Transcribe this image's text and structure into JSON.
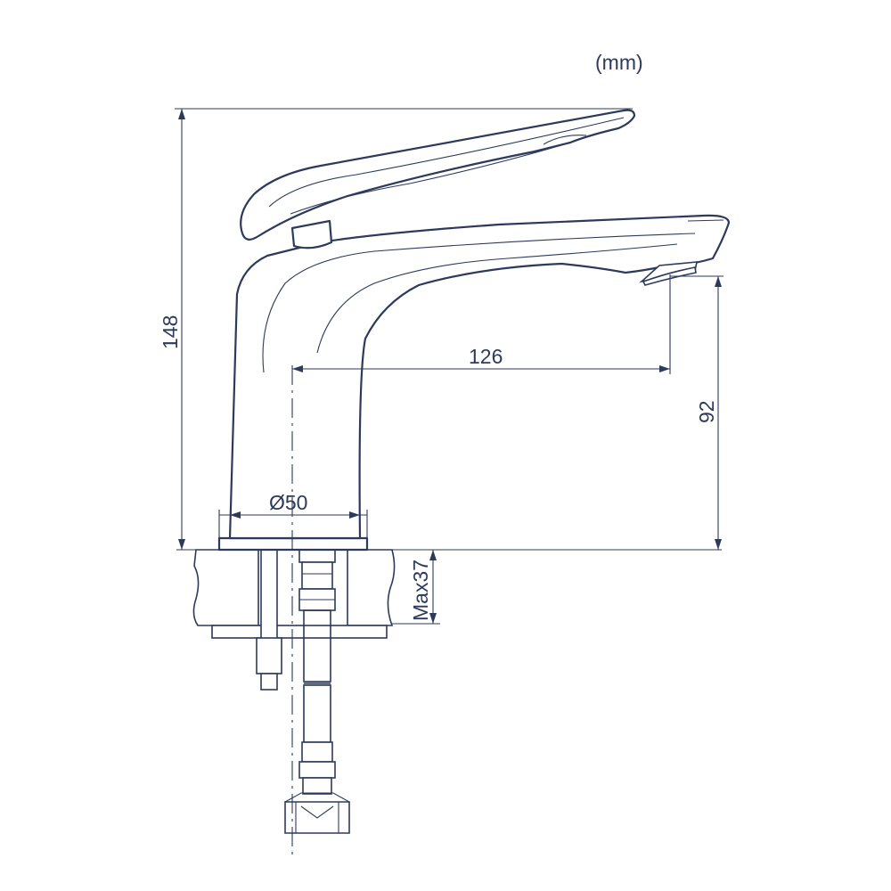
{
  "units_label": "(mm)",
  "dimensions": {
    "total_height": "148",
    "spout_reach": "126",
    "spout_height": "92",
    "base_diameter": "Ø50",
    "max_counter_thickness": "Max37"
  },
  "colors": {
    "line": "#2d3a5c",
    "background": "#ffffff"
  }
}
